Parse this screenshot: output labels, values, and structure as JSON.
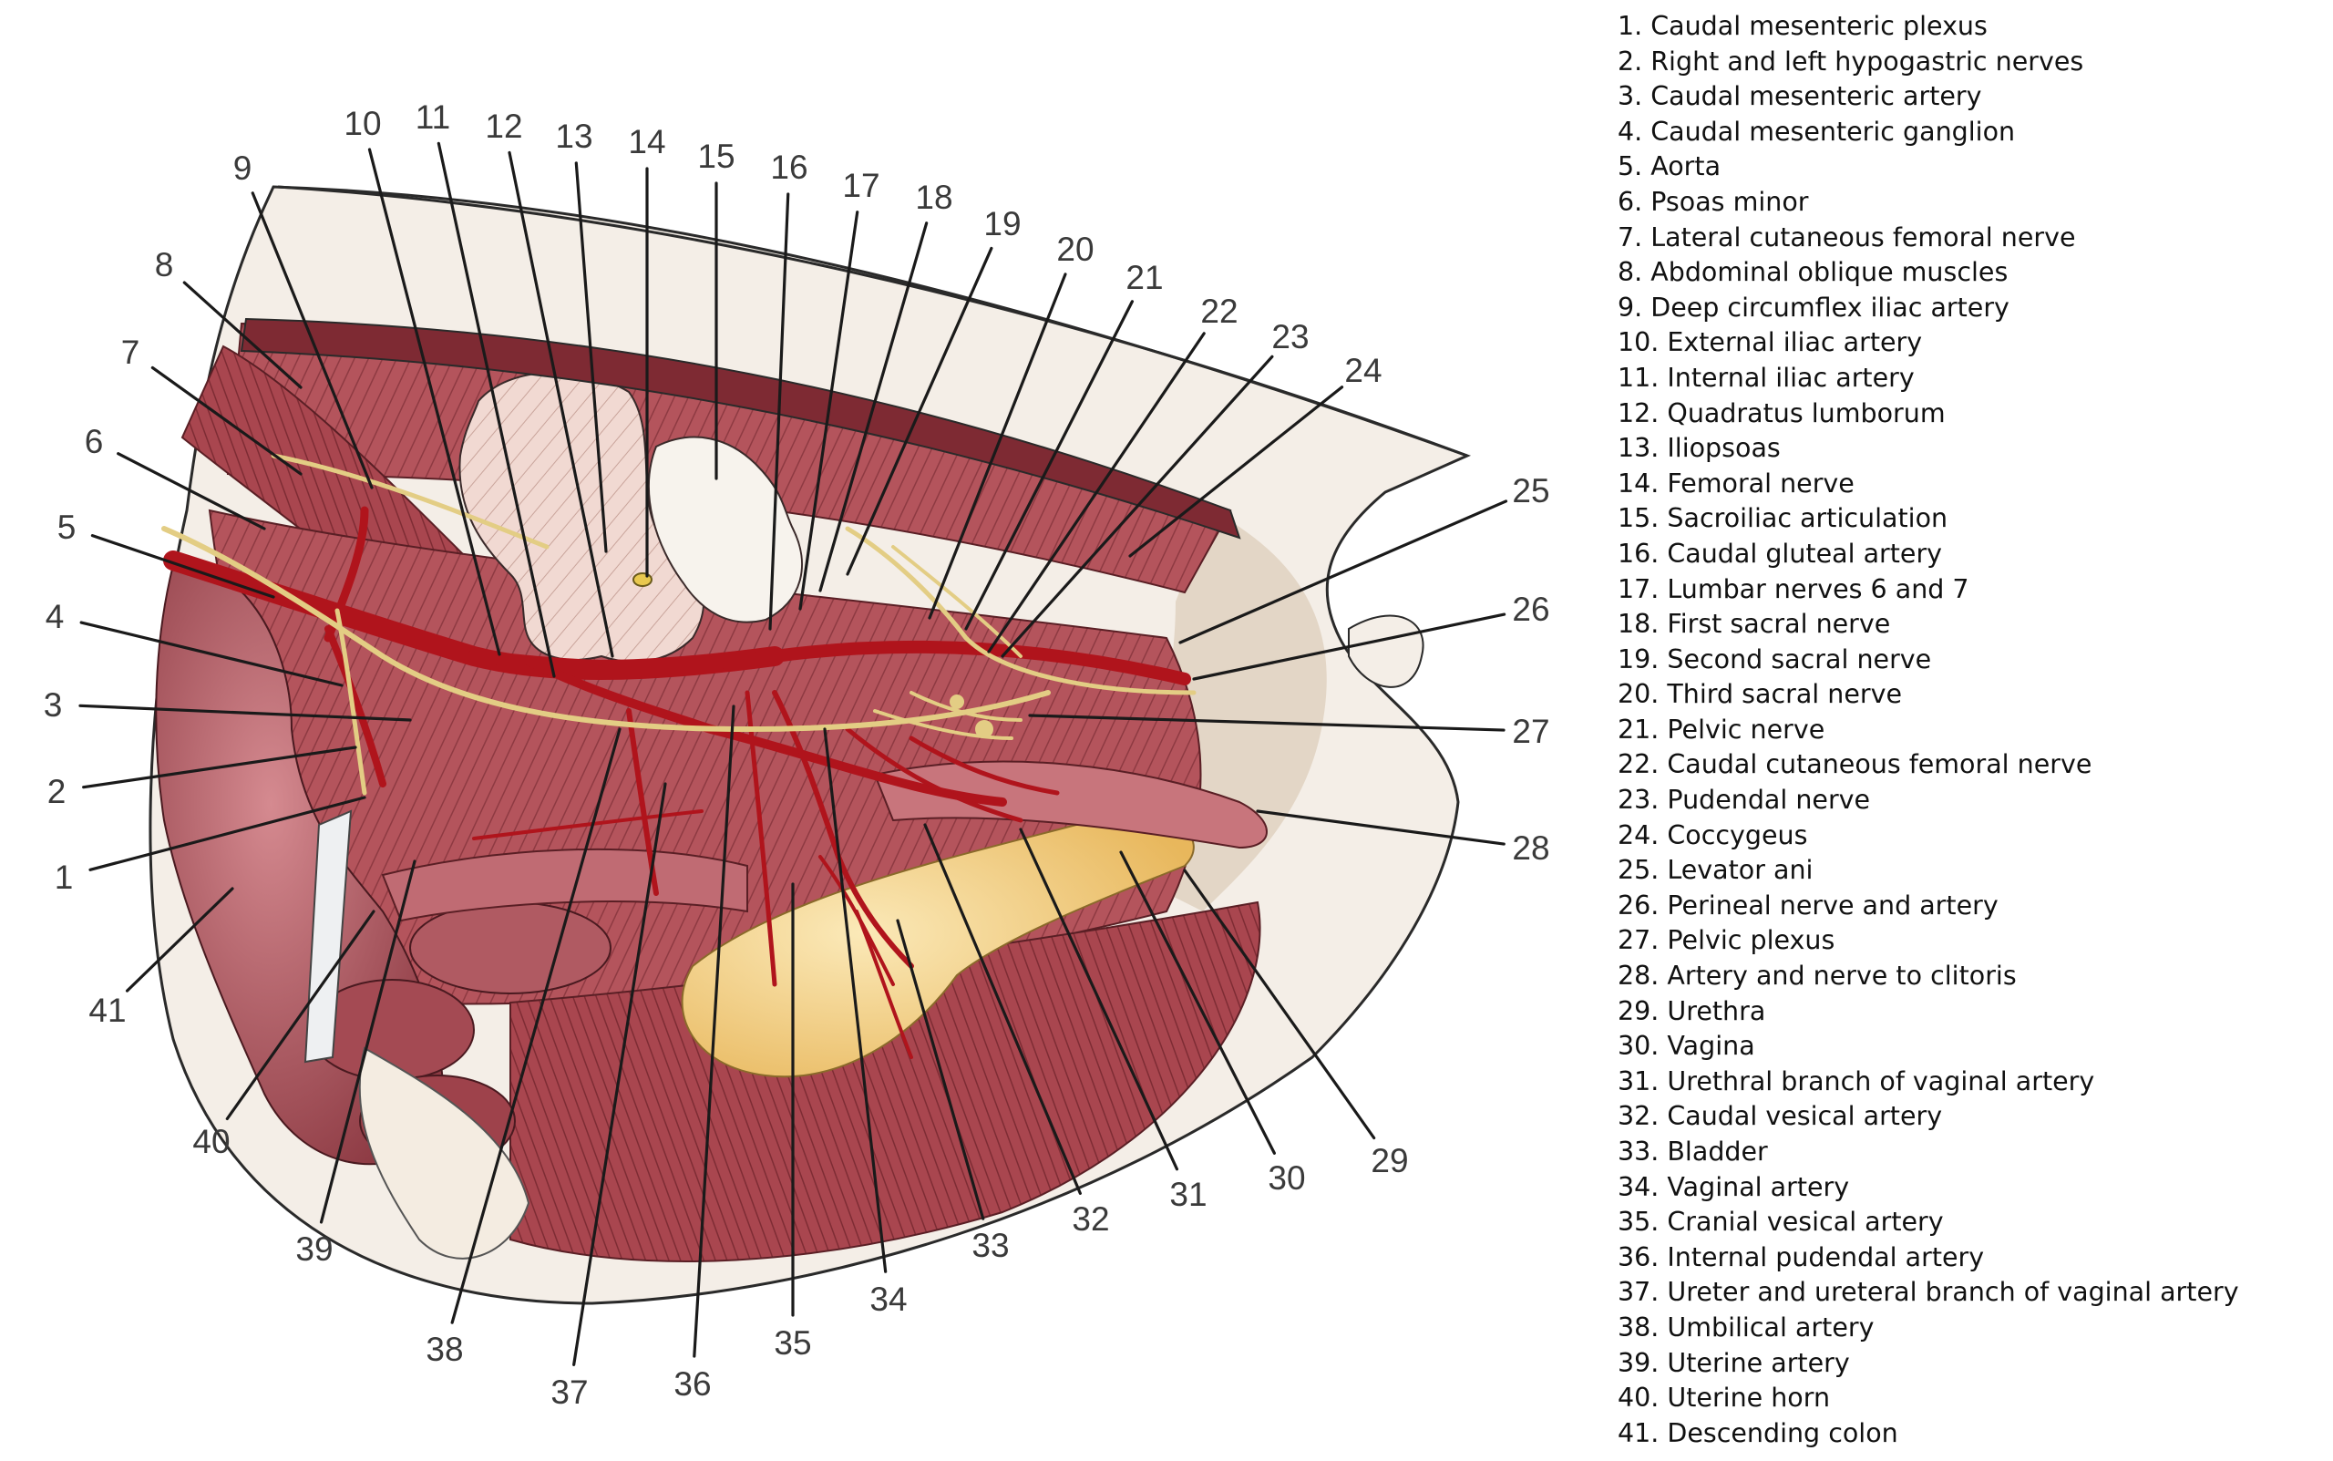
{
  "diagram": {
    "labels": [
      "1",
      "2",
      "3",
      "4",
      "5",
      "6",
      "7",
      "8",
      "9",
      "10",
      "11",
      "12",
      "13",
      "14",
      "15",
      "16",
      "17",
      "18",
      "19",
      "20",
      "21",
      "22",
      "23",
      "24",
      "25",
      "26",
      "27",
      "28",
      "29",
      "30",
      "31",
      "32",
      "33",
      "34",
      "35",
      "36",
      "37",
      "38",
      "39",
      "40",
      "41"
    ]
  },
  "legend": {
    "items": [
      "1. Caudal mesenteric plexus",
      "2. Right and left hypogastric nerves",
      "3. Caudal mesenteric artery",
      "4. Caudal mesenteric ganglion",
      "5. Aorta",
      "6. Psoas minor",
      "7. Lateral cutaneous femoral nerve",
      "8. Abdominal oblique muscles",
      "9. Deep circumflex iliac artery",
      "10. External iliac artery",
      "11. Internal iliac artery",
      "12. Quadratus lumborum",
      "13. Iliopsoas",
      "14. Femoral nerve",
      "15. Sacroiliac articulation",
      "16. Caudal gluteal artery",
      "17. Lumbar nerves 6 and 7",
      "18. First sacral nerve",
      "19. Second sacral nerve",
      "20. Third sacral nerve",
      "21. Pelvic nerve",
      "22. Caudal cutaneous femoral nerve",
      "23. Pudendal nerve",
      "24. Coccygeus",
      "25. Levator ani",
      "26. Perineal nerve and artery",
      "27. Pelvic plexus",
      "28. Artery and nerve to clitoris",
      "29. Urethra",
      "30. Vagina",
      "31. Urethral branch of vaginal artery",
      "32. Caudal vesical artery",
      "33. Bladder",
      "34. Vaginal artery",
      "35. Cranial vesical artery",
      "36. Internal pudendal artery",
      "37. Ureter and ureteral branch of vaginal artery",
      "38. Umbilical artery",
      "39. Uterine artery",
      "40. Uterine horn",
      "41. Descending colon"
    ]
  },
  "colors": {
    "muscle": "#b5585f",
    "muscle_dark": "#8a3038",
    "artery": "#b0141c",
    "nerve": "#e9d79a",
    "bladder": "#f2cf7e",
    "bone": "#f3e6dc",
    "skin_shadow": "#d9cdbf"
  }
}
